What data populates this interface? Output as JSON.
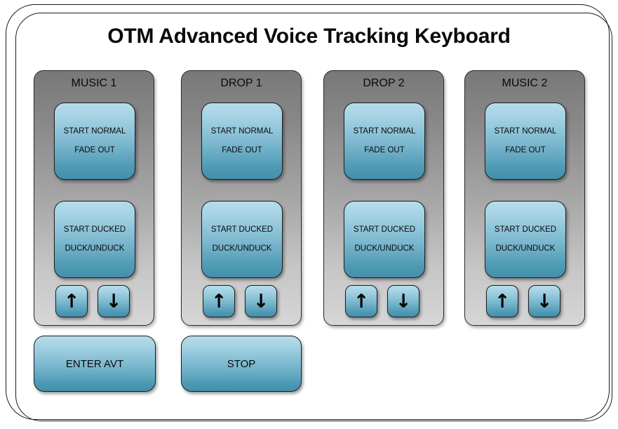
{
  "window": {
    "title": "OTM Advanced Voice Tracking Keyboard"
  },
  "theme": {
    "key_top_color": "#b6dcea",
    "key_bottom_color": "#4490ac",
    "panel_top_color": "#787878",
    "panel_bottom_color": "#d6d6d6",
    "text_color": "#0a0a0a",
    "frame_color": "#1a1a1a",
    "page_background": "#ffffff"
  },
  "channels": [
    {
      "header": "MUSIC 1",
      "normal_key": {
        "line1": "START NORMAL",
        "line2": "FADE OUT"
      },
      "ducked_key": {
        "line1": "START DUCKED",
        "line2": "DUCK/UNDUCK"
      },
      "arrow_up": "↑",
      "arrow_down": "↓"
    },
    {
      "header": "DROP 1",
      "normal_key": {
        "line1": "START NORMAL",
        "line2": "FADE OUT"
      },
      "ducked_key": {
        "line1": "START DUCKED",
        "line2": "DUCK/UNDUCK"
      },
      "arrow_up": "↑",
      "arrow_down": "↓"
    },
    {
      "header": "DROP 2",
      "normal_key": {
        "line1": "START NORMAL",
        "line2": "FADE OUT"
      },
      "ducked_key": {
        "line1": "START DUCKED",
        "line2": "DUCK/UNDUCK"
      },
      "arrow_up": "↑",
      "arrow_down": "↓"
    },
    {
      "header": "MUSIC 2",
      "normal_key": {
        "line1": "START NORMAL",
        "line2": "FADE OUT"
      },
      "ducked_key": {
        "line1": "START DUCKED",
        "line2": "DUCK/UNDUCK"
      },
      "arrow_up": "↑",
      "arrow_down": "↓"
    }
  ],
  "global_keys": {
    "enter_avt": "ENTER AVT",
    "stop": "STOP"
  }
}
